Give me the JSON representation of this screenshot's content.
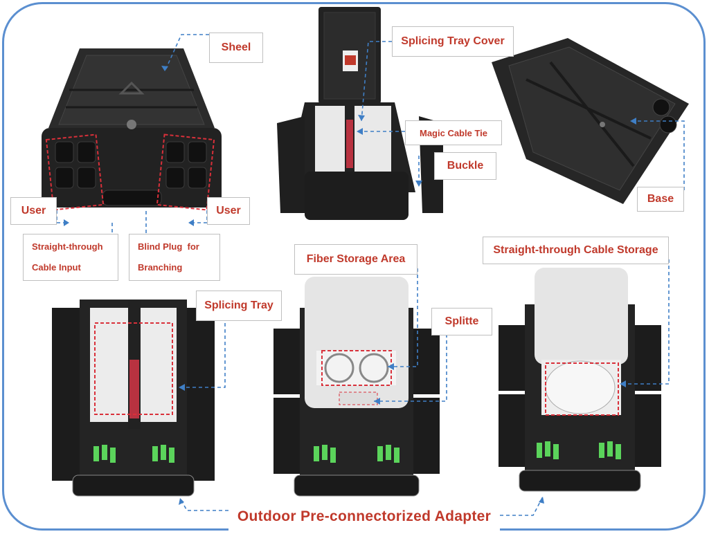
{
  "colors": {
    "frame": "#5b8fd0",
    "label_text": "#c0392b",
    "leader": "#3f7fc6",
    "highlight": "#d9303a"
  },
  "labels": {
    "sheel": "Sheel",
    "user_left": "User",
    "user_right": "User",
    "straight_through_line1": "Straight-through",
    "straight_through_line2": "Cable Input",
    "blind_plug_line1": "Blind Plug  for",
    "blind_plug_line2": "Branching",
    "splicing_tray_cover": "Splicing Tray Cover",
    "magic_cable_tie": "Magic Cable Tie",
    "buckle": "Buckle",
    "base": "Base",
    "fiber_storage_area": "Fiber Storage Area",
    "splicing_tray": "Splicing Tray",
    "splitte": "Splitte",
    "straight_through_cable_storage": "Straight-through Cable Storage",
    "outdoor_adapter": "Outdoor Pre-connectorized Adapter"
  }
}
